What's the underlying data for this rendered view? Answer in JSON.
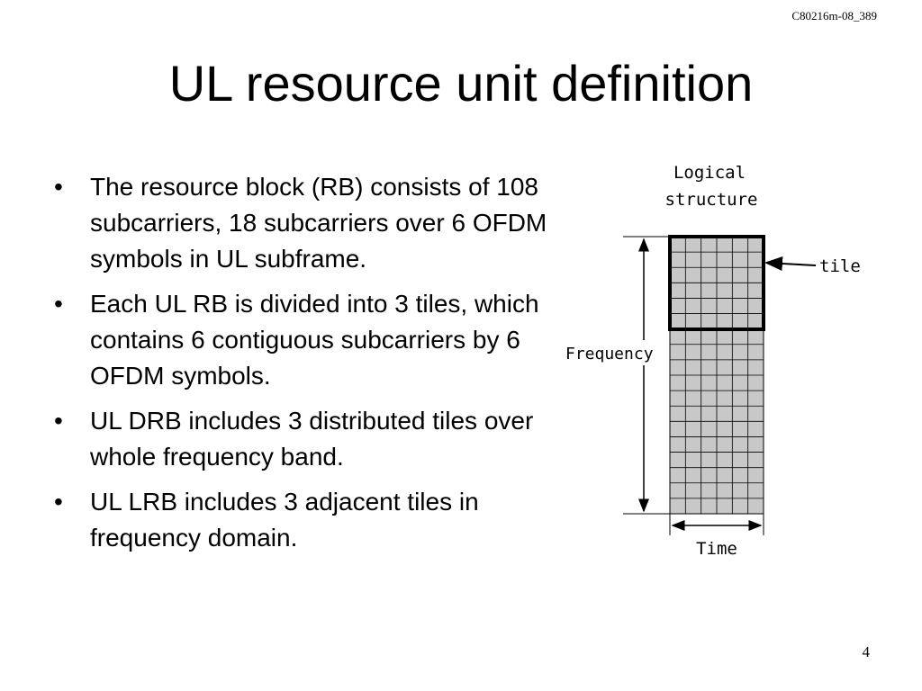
{
  "header": {
    "doc_id": "C80216m-08_389"
  },
  "title": "UL resource unit definition",
  "bullets": [
    {
      "marker": "•",
      "text": "The resource block (RB) consists of 108 subcarriers, 18 subcarriers over 6 OFDM symbols in UL subframe."
    },
    {
      "marker": "•",
      "text": "Each UL RB is divided into 3 tiles, which contains 6 contiguous subcarriers by 6 OFDM symbols."
    },
    {
      "marker": "•",
      "text": "UL DRB includes 3 distributed tiles over whole frequency band."
    },
    {
      "marker": "•",
      "text": "UL LRB includes 3 adjacent tiles in frequency domain."
    }
  ],
  "diagram": {
    "label_structure_line1": "Logical",
    "label_structure_line2": "structure",
    "label_tile": "tile",
    "label_frequency": "Frequency",
    "label_time": "Time",
    "grid_columns": 6,
    "grid_rows": 18,
    "tile_rows": 6,
    "colors": {
      "cell_fill": "#c8c8c8",
      "grid_line": "#000000"
    }
  },
  "footer": {
    "slide_number": "4"
  }
}
